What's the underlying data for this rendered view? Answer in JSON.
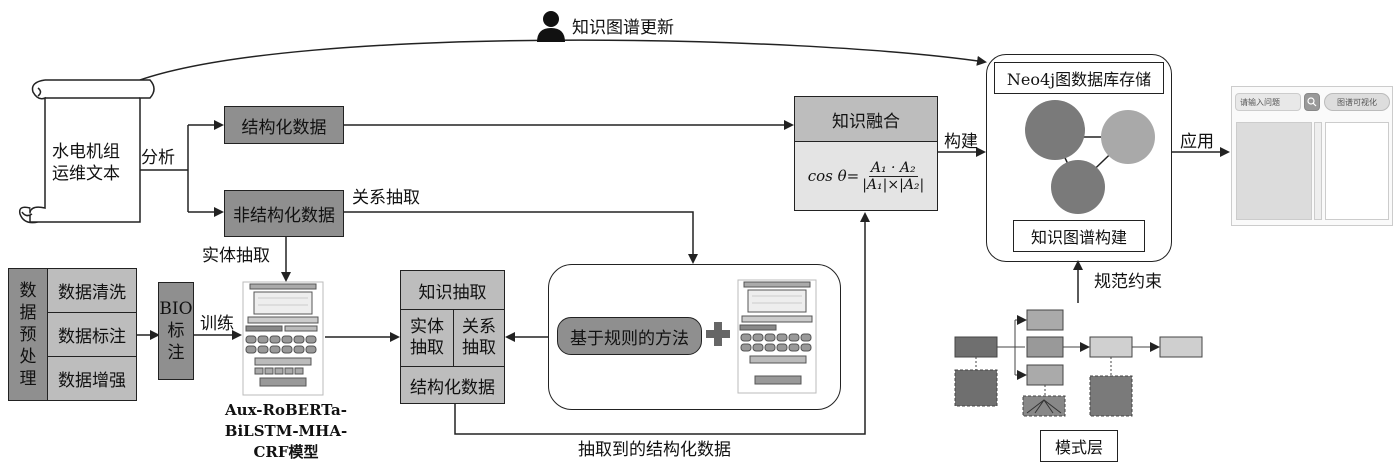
{
  "source_text": {
    "line1": "水电机组",
    "line2": "运维文本"
  },
  "labels": {
    "analysis": "分析",
    "structured_data": "结构化数据",
    "unstructured_data": "非结构化数据",
    "relation_extract": "关系抽取",
    "entity_extract": "实体抽取",
    "train": "训练",
    "extracted_structured": "抽取到的结构化数据",
    "kg_update": "知识图谱更新",
    "build": "构建",
    "apply": "应用",
    "norm_constraint": "规范约束"
  },
  "preprocess": {
    "title_chars": [
      "数",
      "据",
      "预",
      "处",
      "理"
    ],
    "items": [
      "数据清洗",
      "数据标注",
      "数据增强"
    ]
  },
  "bio": {
    "line1": "BIO",
    "line2": "标",
    "line3": "注"
  },
  "model": {
    "line1": "Aux-RoBERTa-",
    "line2": "BiLSTM-MHA-",
    "line3": "CRF模型"
  },
  "knowledge_extraction": {
    "title": "知识抽取",
    "entity": {
      "l1": "实体",
      "l2": "抽取"
    },
    "relation": {
      "l1": "关系",
      "l2": "抽取"
    },
    "structured": "结构化数据"
  },
  "rule_method": "基于规则的方法",
  "fusion": {
    "title": "知识融合",
    "formula_prefix": "cos θ=",
    "numerator": "A₁ · A₂",
    "denominator": "|A₁|×|A₂|"
  },
  "neo4j": {
    "title": "Neo4j图数据库存储",
    "footer": "知识图谱构建"
  },
  "schema_layer": "模式层",
  "app_ui": {
    "search_placeholder": "请输入问题",
    "search_icon": "search-icon",
    "visualize_button": "图谱可视化"
  },
  "colors": {
    "dark_box": "#8f8f8f",
    "mid_box": "#bdbdbd",
    "node": "#7a7a7a",
    "node_light": "#a9a9a9"
  }
}
